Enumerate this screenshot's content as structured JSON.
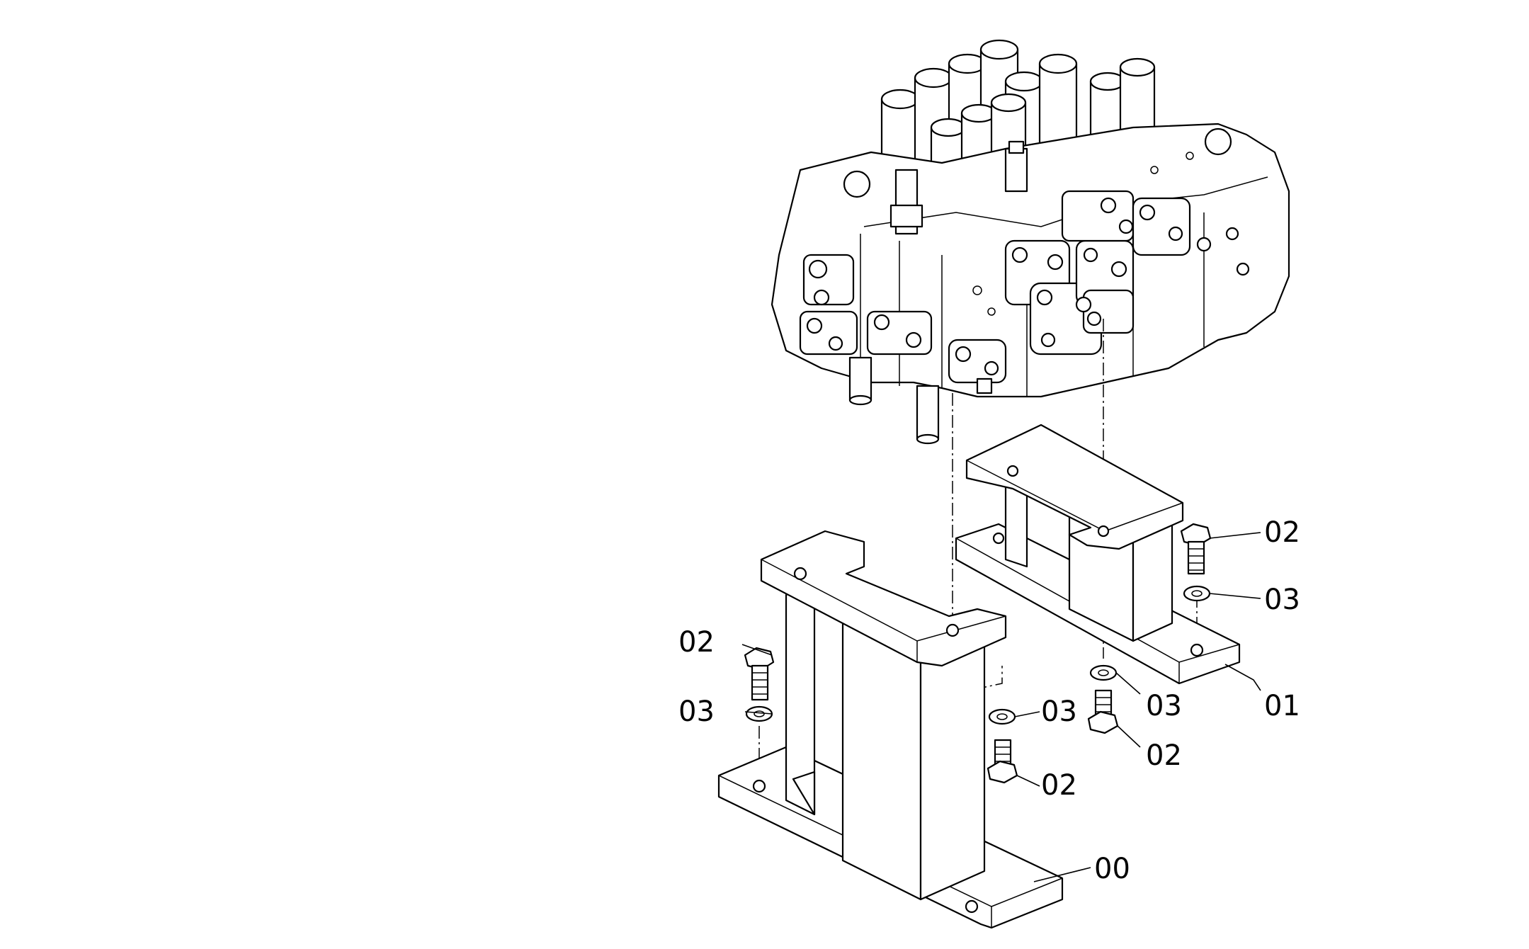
{
  "callouts": {
    "c00": "00",
    "c01": "01",
    "c02_left": "02",
    "c02_mid": "02",
    "c02_right_low": "02",
    "c02_right_top": "02",
    "c03_left": "03",
    "c03_mid": "03",
    "c03_right_low": "03",
    "c03_right_top": "03"
  }
}
